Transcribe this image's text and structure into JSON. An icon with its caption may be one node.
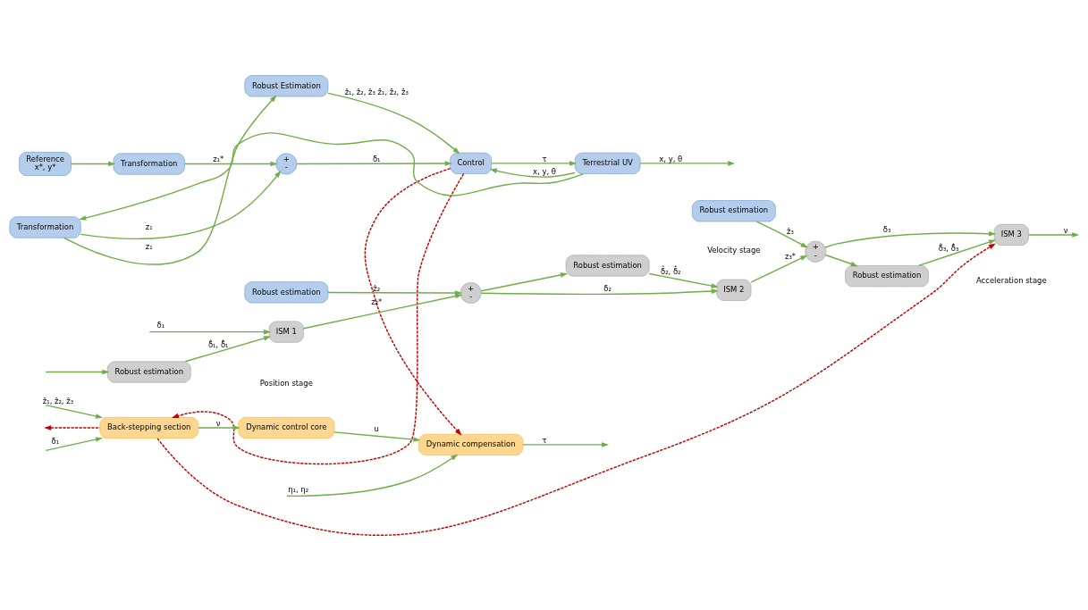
{
  "diagram": {
    "nodes": [
      {
        "text": [
          "Reference",
          "x*, y*"
        ]
      },
      {
        "text": [
          "Transformation"
        ]
      },
      {
        "text": [
          "+",
          "-"
        ]
      },
      {
        "text": [
          "Robust Estimation"
        ]
      },
      {
        "text": [
          "Control"
        ]
      },
      {
        "text": [
          "Terrestrial UV"
        ]
      },
      {
        "text": [
          "Transformation"
        ]
      },
      {
        "text": [
          "Back-stepping section"
        ]
      },
      {
        "text": [
          "Dynamic control core"
        ]
      },
      {
        "text": [
          "Dynamic compensation"
        ]
      },
      {
        "text": [
          "Robust estimation"
        ]
      },
      {
        "text": [
          "ISM 1"
        ]
      },
      {
        "text": [
          "+",
          "-"
        ]
      },
      {
        "text": [
          "Robust estimation"
        ]
      },
      {
        "text": [
          "ISM 2"
        ]
      },
      {
        "text": [
          "+",
          "-"
        ]
      },
      {
        "text": [
          "Robust estimation"
        ]
      },
      {
        "text": [
          "ISM 3"
        ]
      },
      {
        "text": [
          "Robust estimation"
        ]
      },
      {
        "text": [
          "Robust estimation"
        ]
      }
    ],
    "edges": [
      {
        "from": 0,
        "to": 1,
        "arrow": "to"
      },
      {
        "from": 1,
        "to": 2,
        "arrow": "to",
        "label": "z₁*"
      },
      {
        "from": 2,
        "to": 4,
        "arrow": "to",
        "label": "δ₁"
      },
      {
        "from": 3,
        "to": 4,
        "arrow": "to",
        "label": "ẑ₁, ẑ₂, ẑ₃ ẑ̇₁, ẑ̇₂, ẑ̇₃"
      },
      {
        "from": 4,
        "to": 5,
        "arrow": "to",
        "label": "τ"
      },
      {
        "from": 5,
        "to": null,
        "arrow": "to",
        "label": "x, y, θ"
      },
      {
        "from": 5,
        "to": 4,
        "arrow": "to",
        "label": "x, y, θ"
      },
      {
        "from": 5,
        "to": 6,
        "arrow": "to"
      },
      {
        "from": 6,
        "to": 2,
        "arrow": "to",
        "label": "z₁"
      },
      {
        "from": 6,
        "to": 3,
        "arrow": "to",
        "label": "z₁"
      },
      {
        "from": 4,
        "to": 7,
        "arrow": "to",
        "style": "dashed",
        "color": "#c00000"
      },
      {
        "from": 4,
        "to": 9,
        "arrow": "to",
        "style": "dashed",
        "color": "#c00000"
      },
      {
        "from": null,
        "to": 7,
        "arrow": "to",
        "label": "δ₁"
      },
      {
        "from": null,
        "to": 7,
        "arrow": "to",
        "label": "ẑ₁, ẑ₂, ẑ₃"
      },
      {
        "from": 7,
        "to": 8,
        "arrow": "to",
        "label": "ν"
      },
      {
        "from": 8,
        "to": 9,
        "arrow": "to",
        "label": "u"
      },
      {
        "from": null,
        "to": 9,
        "arrow": "to",
        "label": "η₁, η₂"
      },
      {
        "from": 9,
        "to": null,
        "arrow": "to",
        "label": "τ"
      },
      {
        "from": 7,
        "to": null,
        "arrow": "to",
        "style": "dashed",
        "color": "#c00000"
      },
      {
        "from": 7,
        "to": 17,
        "arrow": "to",
        "style": "dashed",
        "color": "#c00000"
      },
      {
        "from": null,
        "to": 11,
        "arrow": "to",
        "label": "δ₁"
      },
      {
        "from": null,
        "to": 10,
        "arrow": "to"
      },
      {
        "from": 10,
        "to": 11,
        "arrow": "to",
        "label": "δ̂₁, δ̂̇₁"
      },
      {
        "from": 11,
        "to": 12,
        "arrow": "to",
        "label": "z₂*"
      },
      {
        "from": 18,
        "to": 12,
        "arrow": "to",
        "label": "ẑ₂"
      },
      {
        "from": 12,
        "to": 14,
        "arrow": "to",
        "label": "δ₂"
      },
      {
        "from": 12,
        "to": 13,
        "arrow": "to"
      },
      {
        "from": 13,
        "to": 14,
        "arrow": "to",
        "label": "δ̂₂, δ̂̇₂"
      },
      {
        "from": 14,
        "to": 15,
        "arrow": "to",
        "label": "z₃*"
      },
      {
        "from": 19,
        "to": 15,
        "arrow": "to",
        "label": "ẑ₃"
      },
      {
        "from": 15,
        "to": 17,
        "arrow": "to",
        "label": "δ₃"
      },
      {
        "from": 15,
        "to": 16,
        "arrow": "to"
      },
      {
        "from": 16,
        "to": 17,
        "arrow": "to",
        "label": "δ̂₃, δ̂̇₃"
      },
      {
        "from": 17,
        "to": null,
        "arrow": "to",
        "label": "ν"
      }
    ],
    "labels": [
      "Position stage",
      "Velocity stage",
      "Acceleration stage"
    ]
  }
}
